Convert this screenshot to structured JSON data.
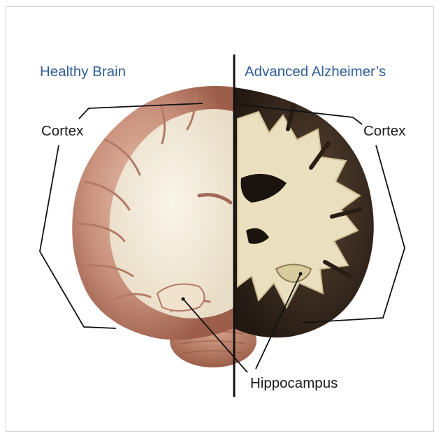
{
  "headings": {
    "left": "Healthy Brain",
    "right": "Advanced Alzheimer’s"
  },
  "labels": {
    "cortex_left": "Cortex",
    "cortex_right": "Cortex",
    "hippocampus": "Hippocampus"
  },
  "colors": {
    "heading": "#2f5f97",
    "label": "#1a1a1a",
    "healthy_tissue": "#c48a78",
    "healthy_white_matter": "#f2e9d6",
    "diseased_tissue": "#3a2a20",
    "diseased_white_matter": "#e6dcb8"
  }
}
